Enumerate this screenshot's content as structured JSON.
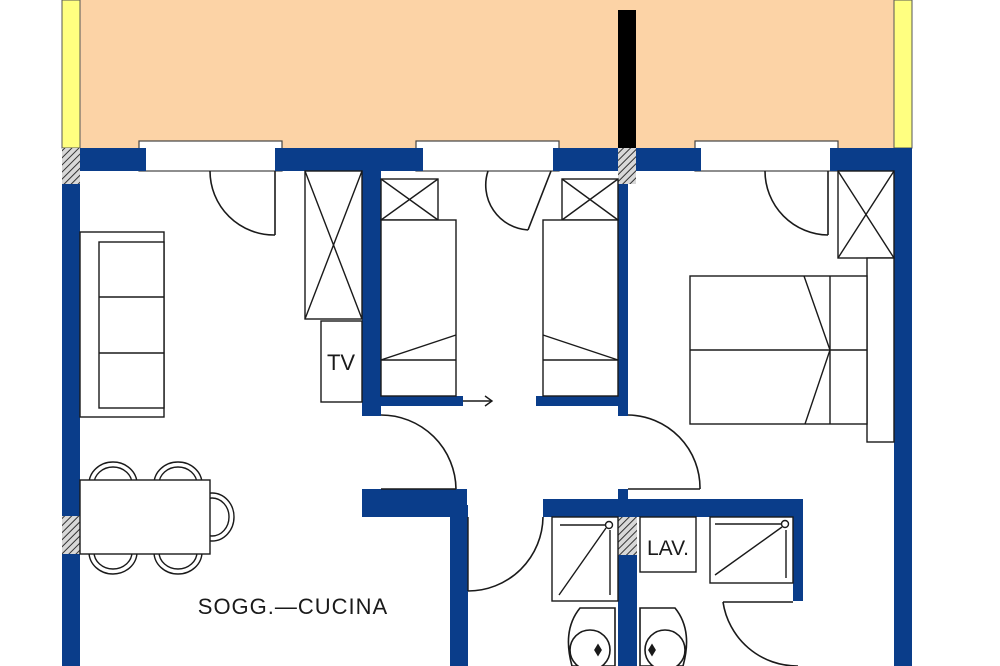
{
  "plan": {
    "type": "apartment floor plan",
    "colors": {
      "wall": "#0a3d8a",
      "terrace": "#fcd3a6",
      "terrace_edge": "#ffff80",
      "background": "#ffffff",
      "line": "#1a1a1a",
      "column": "#000000"
    },
    "labels": {
      "living_kitchen": "SOGG.—CUCINA",
      "tv": "TV",
      "laundry": "LAV."
    },
    "rooms": [
      {
        "id": "living-kitchen",
        "label": "SOGG.—CUCINA"
      },
      {
        "id": "bedroom-twin-left"
      },
      {
        "id": "bedroom-twin-right"
      },
      {
        "id": "bedroom-double"
      },
      {
        "id": "bathroom-left"
      },
      {
        "id": "bathroom-right"
      },
      {
        "id": "hallway"
      },
      {
        "id": "terrace"
      }
    ],
    "furniture": [
      "sofa",
      "dining-table",
      "chairs-5",
      "wardrobe-living",
      "tv-unit",
      "wardrobe-twin-left",
      "bed-twin-left",
      "wardrobe-twin-right",
      "bed-twin-right",
      "double-bed",
      "wardrobe-bedroom",
      "shower-left",
      "shower-right",
      "laundry-unit",
      "toilet-left",
      "toilet-right"
    ]
  }
}
